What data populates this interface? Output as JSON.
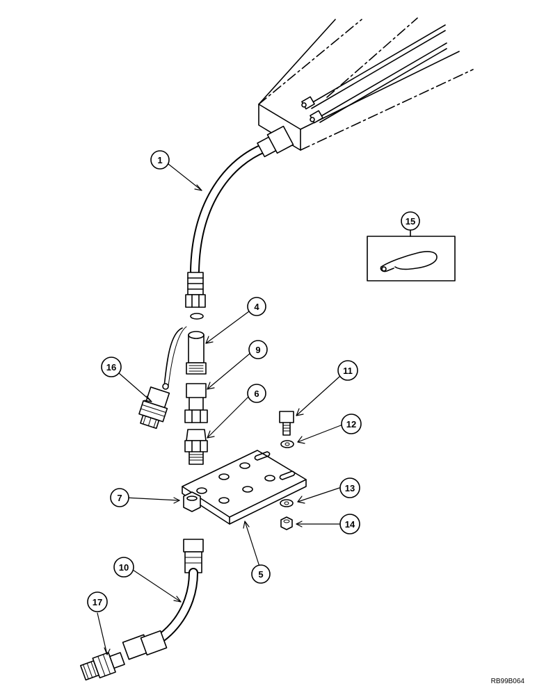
{
  "callouts": {
    "c1": "1",
    "c4": "4",
    "c5": "5",
    "c6": "6",
    "c7": "7",
    "c9": "9",
    "c10": "10",
    "c11": "11",
    "c12": "12",
    "c13": "13",
    "c14": "14",
    "c15": "15",
    "c16": "16",
    "c17": "17"
  },
  "reference_code": "RB99B064",
  "colors": {
    "ink": "#000000",
    "paper": "#ffffff"
  }
}
